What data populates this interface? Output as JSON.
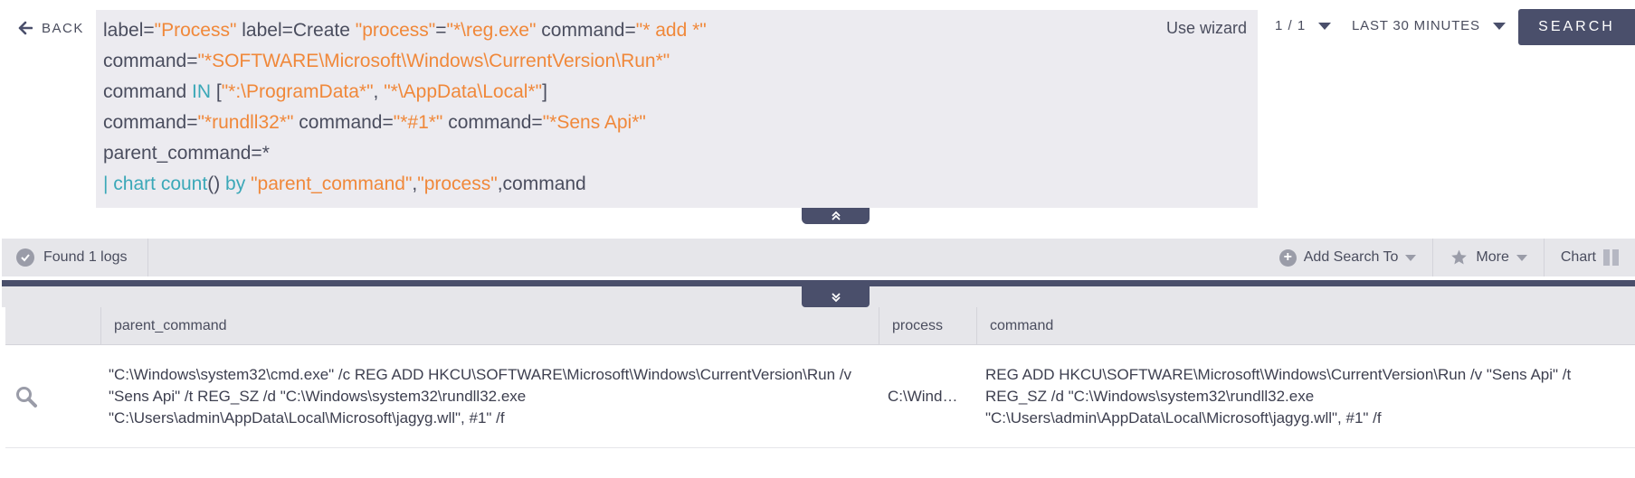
{
  "nav": {
    "back_label": "BACK"
  },
  "query": {
    "lines": [
      [
        {
          "t": "label=",
          "c": "p"
        },
        {
          "t": "\"Process\"",
          "c": "s"
        },
        {
          "t": " label=Create ",
          "c": "p"
        },
        {
          "t": "\"process\"",
          "c": "s"
        },
        {
          "t": "=",
          "c": "p"
        },
        {
          "t": "\"*\\reg.exe\"",
          "c": "s"
        },
        {
          "t": " command=",
          "c": "p"
        },
        {
          "t": "\"* add *\"",
          "c": "s"
        }
      ],
      [
        {
          "t": "command=",
          "c": "p"
        },
        {
          "t": "\"*SOFTWARE\\Microsoft\\Windows\\CurrentVersion\\Run*\"",
          "c": "s"
        }
      ],
      [
        {
          "t": "command ",
          "c": "p"
        },
        {
          "t": "IN",
          "c": "k"
        },
        {
          "t": " [",
          "c": "p"
        },
        {
          "t": "\"*:\\ProgramData*\"",
          "c": "s"
        },
        {
          "t": ", ",
          "c": "p"
        },
        {
          "t": "\"*\\AppData\\Local*\"",
          "c": "s"
        },
        {
          "t": "]",
          "c": "p"
        }
      ],
      [
        {
          "t": "command=",
          "c": "p"
        },
        {
          "t": "\"*rundll32*\"",
          "c": "s"
        },
        {
          "t": " command=",
          "c": "p"
        },
        {
          "t": "\"*#1*\"",
          "c": "s"
        },
        {
          "t": " command=",
          "c": "p"
        },
        {
          "t": "\"*Sens Api*\"",
          "c": "s"
        }
      ],
      [
        {
          "t": "parent_command=*",
          "c": "p"
        }
      ],
      [
        {
          "t": "| ",
          "c": "k"
        },
        {
          "t": "chart",
          "c": "k"
        },
        {
          "t": " ",
          "c": "p"
        },
        {
          "t": "count",
          "c": "k"
        },
        {
          "t": "() ",
          "c": "p"
        },
        {
          "t": "by",
          "c": "k"
        },
        {
          "t": " ",
          "c": "p"
        },
        {
          "t": "\"parent_command\"",
          "c": "s"
        },
        {
          "t": ",",
          "c": "p"
        },
        {
          "t": "\"process\"",
          "c": "s"
        },
        {
          "t": ",command",
          "c": "p"
        }
      ]
    ],
    "wizard_label": "Use wizard"
  },
  "pager": {
    "text": "1 / 1"
  },
  "timerange": {
    "label": "LAST 30 MINUTES"
  },
  "search_button": {
    "label": "SEARCH"
  },
  "results_bar": {
    "found_label": "Found 1 logs",
    "add_search_label": "Add Search To",
    "more_label": "More",
    "chart_label": "Chart"
  },
  "table": {
    "headers": [
      "",
      "parent_command",
      "process",
      "command"
    ],
    "rows": [
      {
        "parent_command": "\"C:\\Windows\\system32\\cmd.exe\" /c REG ADD HKCU\\SOFTWARE\\Microsoft\\Windows\\CurrentVersion\\Run /v \"Sens Api\" /t REG_SZ /d \"C:\\Windows\\system32\\rundll32.exe \"C:\\Users\\admin\\AppData\\Local\\Microsoft\\jagyg.wll\", #1\" /f",
        "process": "C:\\Wind…",
        "command": "REG ADD HKCU\\SOFTWARE\\Microsoft\\Windows\\CurrentVersion\\Run /v \"Sens Api\" /t REG_SZ /d \"C:\\Windows\\system32\\rundll32.exe \"C:\\Users\\admin\\AppData\\Local\\Microsoft\\jagyg.wll\", #1\" /f"
      }
    ]
  },
  "colors": {
    "accent": "#4a4f6b",
    "string": "#f0883a",
    "keyword": "#3ba8b8",
    "query_bg": "#ecebf0"
  }
}
